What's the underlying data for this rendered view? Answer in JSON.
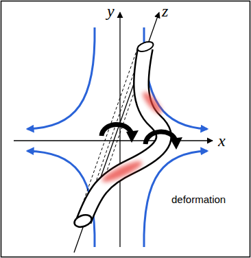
{
  "diagram": {
    "labels": [
      "y",
      "z",
      "x",
      "deformation"
    ]
  }
}
